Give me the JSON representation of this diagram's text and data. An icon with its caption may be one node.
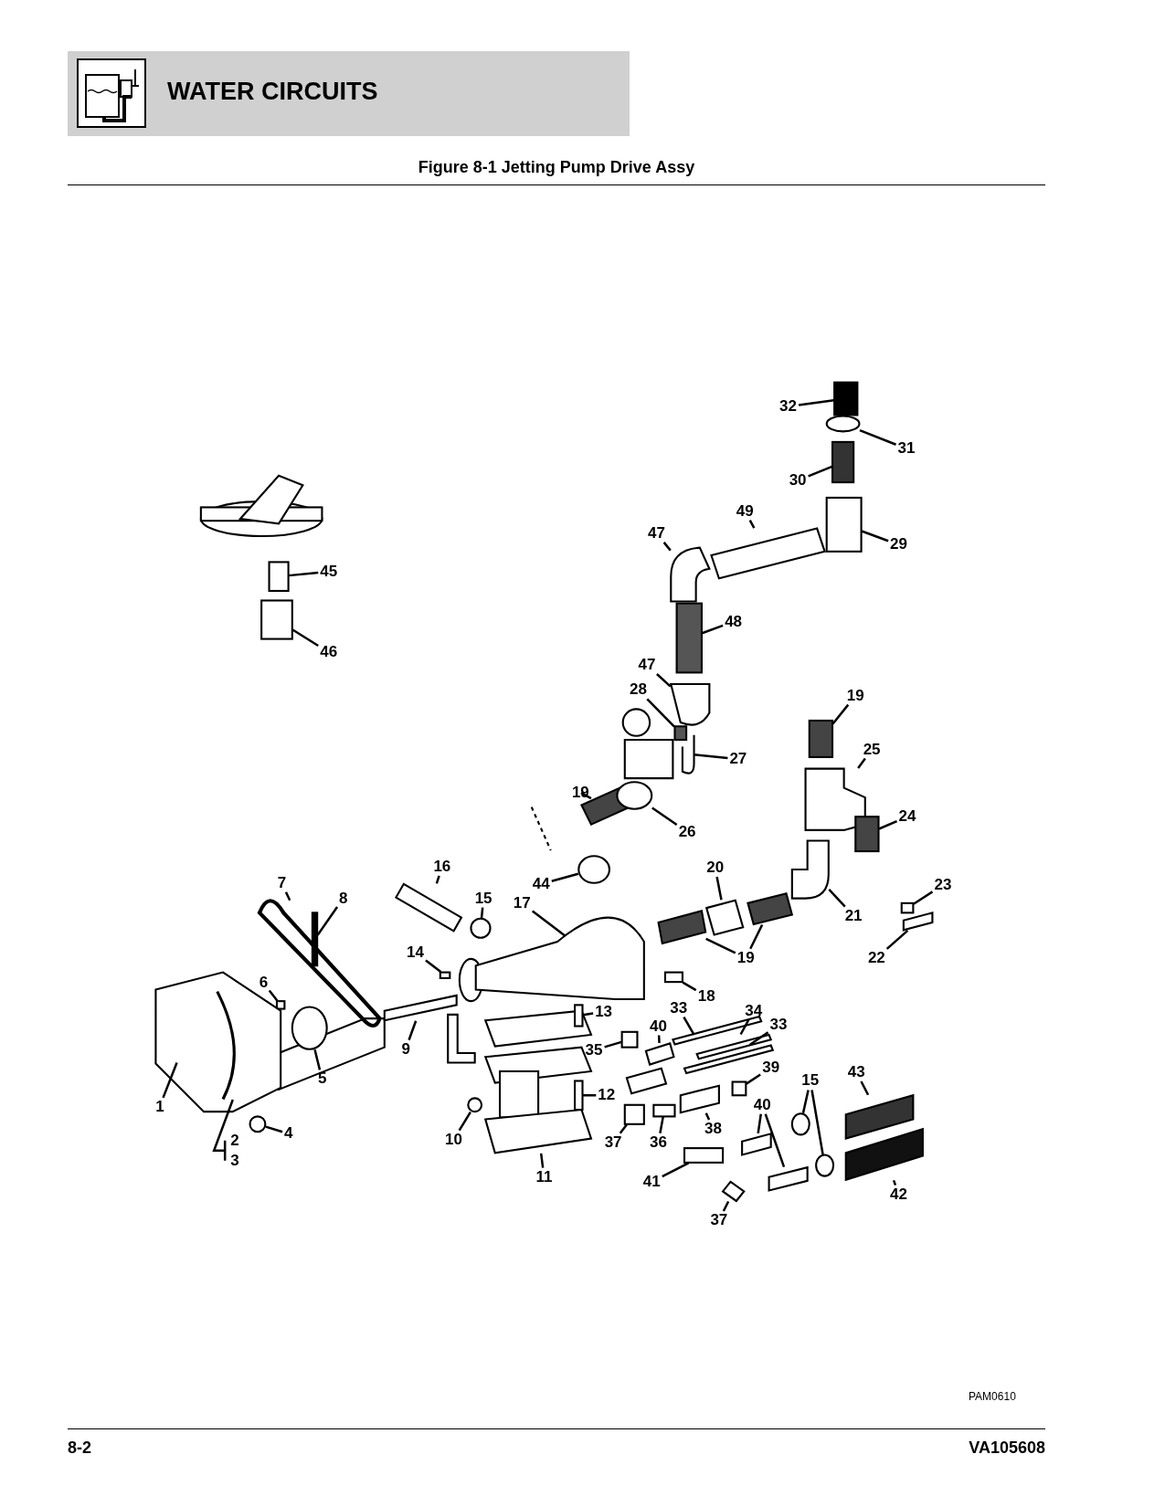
{
  "diagram": {
    "title": "Figure 8-1 Jetting Pump Drive Assy",
    "nodes": [
      {
        "text": [
          "32"
        ]
      },
      {
        "text": [
          "31"
        ]
      },
      {
        "text": [
          "30"
        ]
      },
      {
        "text": [
          "49"
        ]
      },
      {
        "text": [
          "47"
        ]
      },
      {
        "text": [
          "29"
        ]
      },
      {
        "text": [
          "45"
        ]
      },
      {
        "text": [
          "48"
        ]
      },
      {
        "text": [
          "46"
        ]
      },
      {
        "text": [
          "47"
        ]
      },
      {
        "text": [
          "28"
        ]
      },
      {
        "text": [
          "19"
        ]
      },
      {
        "text": [
          "27"
        ]
      },
      {
        "text": [
          "25"
        ]
      },
      {
        "text": [
          "19"
        ]
      },
      {
        "text": [
          "24"
        ]
      },
      {
        "text": [
          "26"
        ]
      },
      {
        "text": [
          "20"
        ]
      },
      {
        "text": [
          "16"
        ]
      },
      {
        "text": [
          "44"
        ]
      },
      {
        "text": [
          "23"
        ]
      },
      {
        "text": [
          "7"
        ]
      },
      {
        "text": [
          "8"
        ]
      },
      {
        "text": [
          "15"
        ]
      },
      {
        "text": [
          "17"
        ]
      },
      {
        "text": [
          "21"
        ]
      },
      {
        "text": [
          "19"
        ]
      },
      {
        "text": [
          "22"
        ]
      },
      {
        "text": [
          "14"
        ]
      },
      {
        "text": [
          "6"
        ]
      },
      {
        "text": [
          "18"
        ]
      },
      {
        "text": [
          "13"
        ]
      },
      {
        "text": [
          "33"
        ]
      },
      {
        "text": [
          "34"
        ]
      },
      {
        "text": [
          "9"
        ]
      },
      {
        "text": [
          "40"
        ]
      },
      {
        "text": [
          "33"
        ]
      },
      {
        "text": [
          "35"
        ]
      },
      {
        "text": [
          "5"
        ]
      },
      {
        "text": [
          "39"
        ]
      },
      {
        "text": [
          "43"
        ]
      },
      {
        "text": [
          "15"
        ]
      },
      {
        "text": [
          "1"
        ]
      },
      {
        "text": [
          "12"
        ]
      },
      {
        "text": [
          "40"
        ]
      },
      {
        "text": [
          "38"
        ]
      },
      {
        "text": [
          "4"
        ]
      },
      {
        "text": [
          "37"
        ]
      },
      {
        "text": [
          "36"
        ]
      },
      {
        "text": [
          "10"
        ]
      },
      {
        "text": [
          "2"
        ]
      },
      {
        "text": [
          "3"
        ]
      },
      {
        "text": [
          "42"
        ]
      },
      {
        "text": [
          "11"
        ]
      },
      {
        "text": [
          "41"
        ]
      },
      {
        "text": [
          "37"
        ]
      },
      {
        "text": [],
        "shape": "box"
      },
      {
        "text": [],
        "shape": "circle"
      },
      {
        "text": [],
        "shape": "box"
      },
      {
        "text": [],
        "shape": "box"
      },
      {
        "text": [],
        "shape": "box"
      },
      {
        "text": [],
        "shape": "box"
      },
      {
        "text": [],
        "shape": "box"
      },
      {
        "text": [],
        "shape": "box"
      },
      {
        "text": [],
        "shape": "box"
      },
      {
        "text": [],
        "shape": "box"
      },
      {
        "text": [],
        "shape": "box"
      },
      {
        "text": [],
        "shape": "box"
      },
      {
        "text": [],
        "shape": "box"
      },
      {
        "text": [],
        "shape": "box"
      },
      {
        "text": [],
        "shape": "box"
      },
      {
        "text": [],
        "shape": "box"
      },
      {
        "text": [],
        "shape": "circle"
      },
      {
        "text": [],
        "shape": "box"
      },
      {
        "text": [],
        "shape": "box"
      },
      {
        "text": [],
        "shape": "circle"
      },
      {
        "text": [],
        "shape": "box"
      },
      {
        "text": [],
        "shape": "box"
      },
      {
        "text": [],
        "shape": "box"
      },
      {
        "text": [],
        "shape": "circle"
      },
      {
        "text": [],
        "shape": "box"
      },
      {
        "text": [],
        "shape": "box"
      },
      {
        "text": [],
        "shape": "box"
      },
      {
        "text": [],
        "shape": "box"
      },
      {
        "text": [],
        "shape": "box"
      },
      {
        "text": [],
        "shape": "box"
      },
      {
        "text": [],
        "shape": "box"
      },
      {
        "text": [],
        "shape": "box"
      },
      {
        "text": [],
        "shape": "box"
      },
      {
        "text": [],
        "shape": "box"
      },
      {
        "text": [],
        "shape": "box"
      },
      {
        "text": [],
        "shape": "box"
      },
      {
        "text": [],
        "shape": "box"
      },
      {
        "text": [],
        "shape": "box"
      },
      {
        "text": [],
        "shape": "box"
      },
      {
        "text": [],
        "shape": "circle"
      },
      {
        "text": [],
        "shape": "box"
      },
      {
        "text": [],
        "shape": "box"
      },
      {
        "text": [],
        "shape": "circle"
      },
      {
        "text": [],
        "shape": "circle"
      },
      {
        "text": [],
        "shape": "box"
      },
      {
        "text": [],
        "shape": "box"
      },
      {
        "text": [],
        "shape": "box"
      },
      {
        "text": [],
        "shape": "box"
      },
      {
        "text": [],
        "shape": "box"
      },
      {
        "text": [],
        "shape": "circle"
      },
      {
        "text": [],
        "shape": "box"
      },
      {
        "text": [],
        "shape": "box"
      },
      {
        "text": [],
        "shape": "circle"
      },
      {
        "text": [],
        "shape": "box",
        "in": 100
      },
      {
        "text": [],
        "shape": "box"
      },
      {
        "text": [],
        "shape": "box"
      },
      {
        "text": [],
        "shape": "box"
      },
      {
        "text": [],
        "shape": "box"
      }
    ],
    "edges": [
      {
        "from": 0,
        "to": 56,
        "arrow": "none"
      },
      {
        "from": 1,
        "to": 57,
        "arrow": "none"
      },
      {
        "from": 2,
        "to": 58,
        "arrow": "none"
      },
      {
        "from": 3,
        "to": 59,
        "arrow": "none"
      },
      {
        "from": 4,
        "to": 60,
        "arrow": "none"
      },
      {
        "from": 5,
        "to": 61,
        "arrow": "none"
      },
      {
        "from": 6,
        "to": 62,
        "arrow": "none"
      },
      {
        "from": 7,
        "to": 63,
        "arrow": "none"
      },
      {
        "from": 8,
        "to": 64,
        "arrow": "none"
      },
      {
        "from": 9,
        "to": 65,
        "arrow": "none"
      },
      {
        "from": 10,
        "to": 66,
        "arrow": "none"
      },
      {
        "from": 11,
        "to": 67,
        "arrow": "none"
      },
      {
        "from": 12,
        "to": 68,
        "arrow": "none"
      },
      {
        "from": 13,
        "to": 69,
        "arrow": "none"
      },
      {
        "from": 14,
        "to": 70,
        "arrow": "none"
      },
      {
        "from": 15,
        "to": 71,
        "arrow": "none"
      },
      {
        "from": 16,
        "to": 72,
        "arrow": "none"
      },
      {
        "from": 17,
        "to": 73,
        "arrow": "none"
      },
      {
        "from": 18,
        "to": 74,
        "arrow": "none"
      },
      {
        "from": 19,
        "to": 75,
        "arrow": "none"
      },
      {
        "from": 20,
        "to": 76,
        "arrow": "none"
      },
      {
        "from": 21,
        "to": 77,
        "arrow": "none"
      },
      {
        "from": 22,
        "to": 78,
        "arrow": "none"
      },
      {
        "from": 23,
        "to": 79,
        "arrow": "none"
      },
      {
        "from": 24,
        "to": 80,
        "arrow": "none"
      },
      {
        "from": 25,
        "to": 81,
        "arrow": "none"
      },
      {
        "from": 26,
        "to": 82,
        "arrow": "none"
      },
      {
        "from": 26,
        "to": 83,
        "arrow": "none"
      },
      {
        "from": 27,
        "to": 84,
        "arrow": "none"
      },
      {
        "from": 28,
        "to": 85,
        "arrow": "none"
      },
      {
        "from": 29,
        "to": 86,
        "arrow": "none"
      },
      {
        "from": 30,
        "to": 87,
        "arrow": "none"
      },
      {
        "from": 31,
        "to": 88,
        "arrow": "none"
      },
      {
        "from": 32,
        "to": 89,
        "arrow": "none"
      },
      {
        "from": 33,
        "to": 90,
        "arrow": "none"
      },
      {
        "from": 34,
        "to": 91,
        "arrow": "none"
      },
      {
        "from": 35,
        "to": 92,
        "arrow": "none"
      },
      {
        "from": 36,
        "to": 93,
        "arrow": "none"
      },
      {
        "from": 37,
        "to": 94,
        "arrow": "none"
      },
      {
        "from": 38,
        "to": 95,
        "arrow": "none"
      },
      {
        "from": 39,
        "to": 96,
        "arrow": "none"
      },
      {
        "from": 40,
        "to": 97,
        "arrow": "none"
      },
      {
        "from": 41,
        "to": 98,
        "arrow": "none"
      },
      {
        "from": 41,
        "to": 99,
        "arrow": "none"
      },
      {
        "from": 42,
        "to": 100,
        "arrow": "none"
      },
      {
        "from": 43,
        "to": 101,
        "arrow": "none"
      },
      {
        "from": 44,
        "to": 102,
        "arrow": "none"
      },
      {
        "from": 44,
        "to": 103,
        "arrow": "none"
      },
      {
        "from": 45,
        "to": 104,
        "arrow": "none"
      },
      {
        "from": 46,
        "to": 105,
        "arrow": "none"
      },
      {
        "from": 47,
        "to": 106,
        "arrow": "none"
      },
      {
        "from": 48,
        "to": 107,
        "arrow": "none"
      },
      {
        "from": 49,
        "to": 108,
        "arrow": "none"
      },
      {
        "from": 50,
        "to": 109,
        "arrow": "none"
      },
      {
        "from": 51,
        "to": 109,
        "arrow": "none"
      },
      {
        "from": 52,
        "to": 110,
        "arrow": "none"
      },
      {
        "from": 53,
        "to": 111,
        "arrow": "none"
      },
      {
        "from": 54,
        "to": 112,
        "arrow": "none"
      },
      {
        "from": 55,
        "to": 113,
        "arrow": "none"
      }
    ],
    "labels": [
      "WATER CIRCUITS",
      "PAM0610",
      "8-2",
      "VA105608"
    ]
  }
}
